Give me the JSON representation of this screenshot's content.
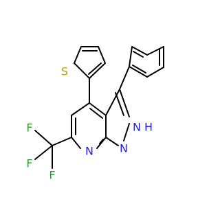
{
  "molecule": {
    "atom_labels": {
      "sulfur": "S",
      "nh": "H",
      "nh_n": "N",
      "n_ring": "N",
      "n_pyridine": "N",
      "f_top": "F",
      "f_left": "F",
      "f_bottom": "F"
    },
    "colors": {
      "bond": "#000000",
      "sulfur": "#b2a100",
      "nitrogen": "#1f1fe0",
      "fluorine": "#2a9d2a"
    }
  }
}
